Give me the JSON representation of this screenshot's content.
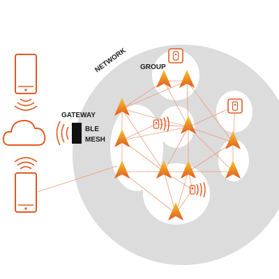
{
  "labels": {
    "network": "NETWORK",
    "group": "GROUP",
    "gateway": "GATEWAY",
    "ble": "BLE",
    "mesh": "MESH"
  },
  "colors": {
    "accent": "#e2581f",
    "node_top": "#f7c62a",
    "node_bottom": "#e2581f",
    "network_ring": "#dcdcdc",
    "link": "#ee9a77",
    "gateway_block": "#111111"
  },
  "icons": {
    "phone": "smartphone-icon",
    "cloud": "cloud-icon",
    "node": "mesh-node-icon",
    "switch": "light-switch-icon",
    "beacon": "broadcast-icon"
  }
}
